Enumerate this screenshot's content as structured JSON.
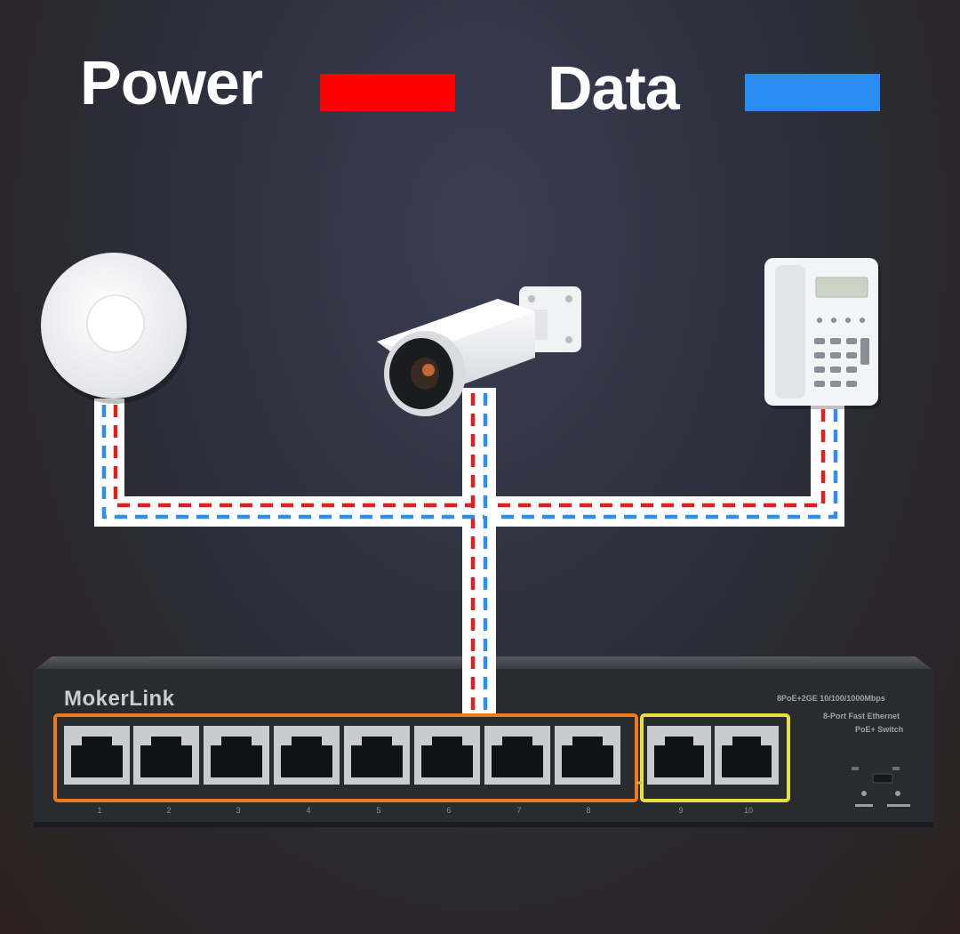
{
  "legend": {
    "power_label": "Power",
    "power_color": "#ff0000",
    "data_label": "Data",
    "data_color": "#2a8cf5"
  },
  "devices": [
    "wireless-access-point",
    "security-camera",
    "ip-phone"
  ],
  "switch": {
    "brand": "MokerLink",
    "model_line": "8PoE+2GE   10/100/1000Mbps",
    "desc_line1": "8-Port Fast Ethernet",
    "desc_line2": "PoE+ Switch",
    "port_numbers": [
      "1",
      "2",
      "3",
      "4",
      "5",
      "6",
      "7",
      "8",
      "9",
      "10"
    ],
    "poe_group_color": "#f07a1a",
    "uplink_group_color": "#e6e040"
  }
}
